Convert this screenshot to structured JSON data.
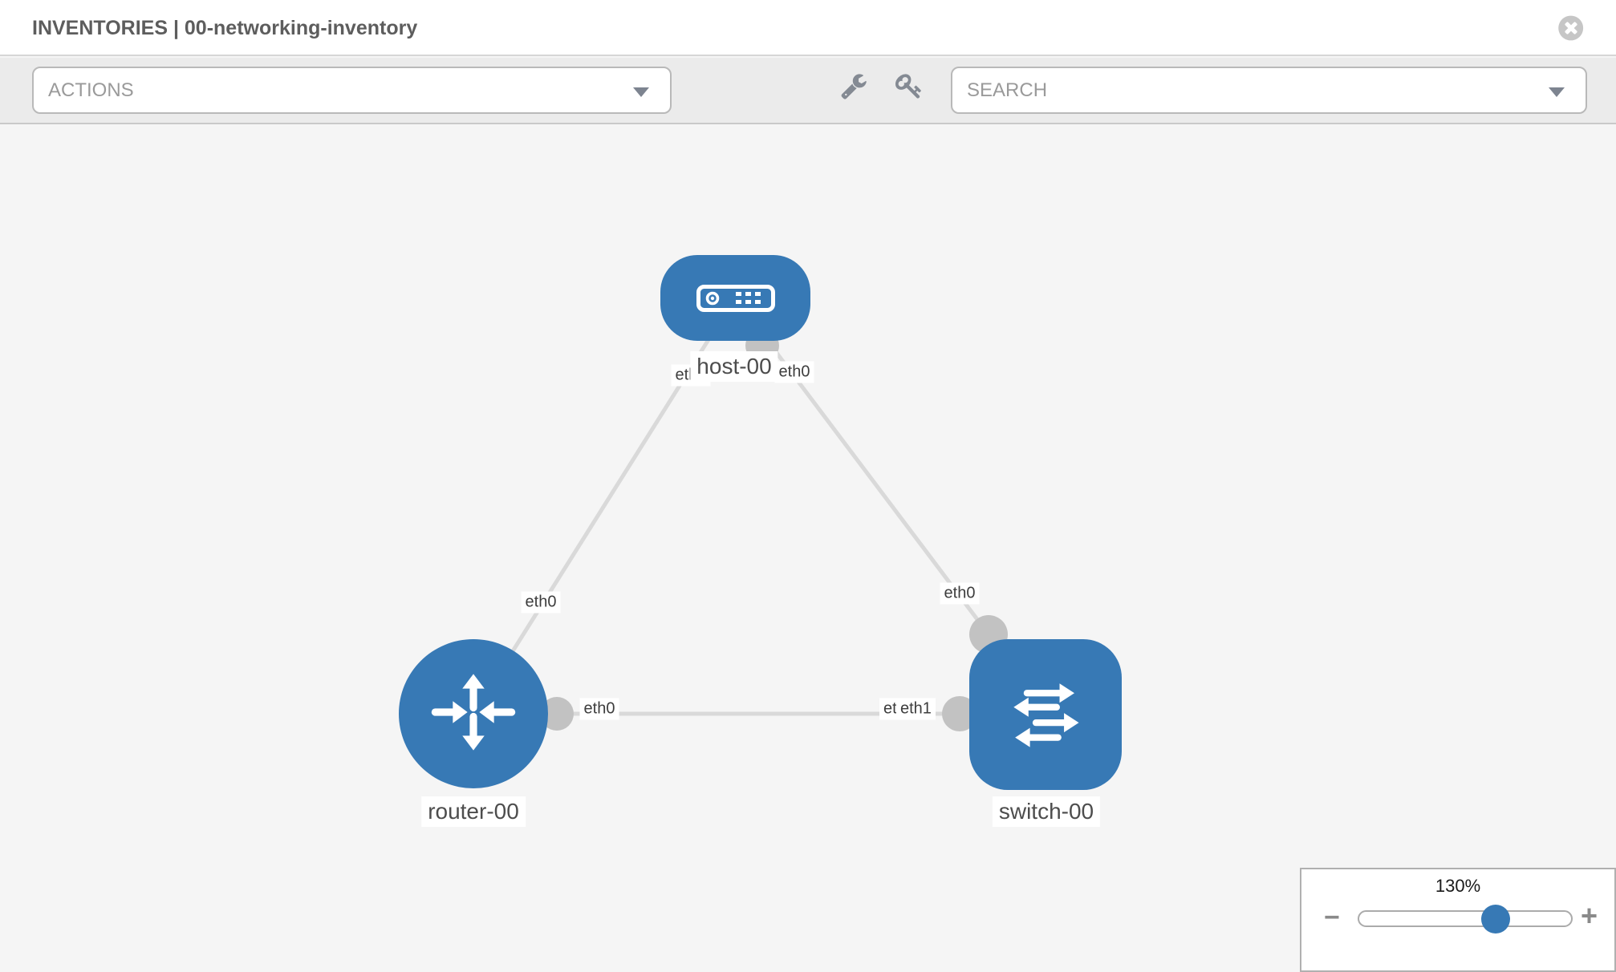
{
  "header": {
    "title": "INVENTORIES | 00-networking-inventory",
    "close_icon": "times-circle-icon"
  },
  "toolbar": {
    "actions_label": "ACTIONS",
    "search_placeholder": "SEARCH",
    "wrench_icon": "wrench-icon",
    "key_icon": "key-icon"
  },
  "topology": {
    "nodes": {
      "host": {
        "label": "host-00",
        "type": "host"
      },
      "router": {
        "label": "router-00",
        "type": "router"
      },
      "switch": {
        "label": "switch-00",
        "type": "switch"
      }
    },
    "interfaces": {
      "host_left": "eth0",
      "host_right": "eth0",
      "link_host_router": "eth0",
      "link_host_switch": "eth0",
      "router_right": "eth0",
      "switch_left_back": "eth0",
      "switch_left_front": "eth1"
    },
    "links": [
      {
        "from": "host-00",
        "to": "router-00"
      },
      {
        "from": "host-00",
        "to": "switch-00"
      },
      {
        "from": "router-00",
        "to": "switch-00"
      }
    ]
  },
  "zoom_control": {
    "value": "130%",
    "minus_label": "−",
    "plus_label": "+"
  },
  "colors": {
    "node_blue": "#3779b5",
    "link_gray": "#d9d9d9",
    "connector_gray": "#c2c2c2",
    "toolbar_bg": "#ebebeb",
    "canvas_bg": "#f5f5f5",
    "icon_gray": "#848a93",
    "title_text": "#5d5d5d",
    "muted_text": "#999999"
  }
}
